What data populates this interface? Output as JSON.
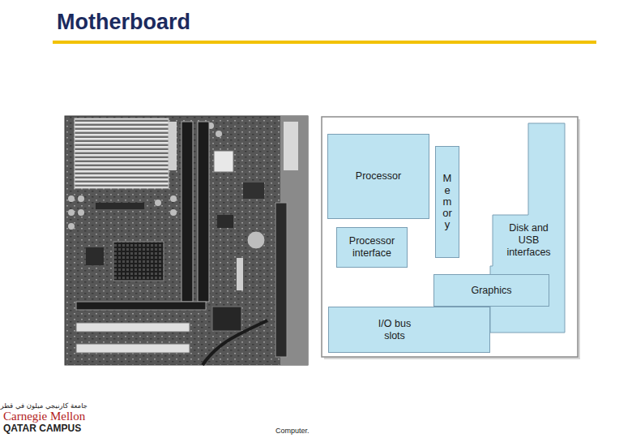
{
  "diagram": {
    "title": "Motherboard",
    "nodes": [
      {
        "text": [
          "Processor"
        ]
      },
      {
        "text": [
          "Memory"
        ]
      },
      {
        "text": [
          "Processor interface"
        ]
      },
      {
        "text": [
          "Disk and USB interfaces"
        ]
      },
      {
        "text": [
          "Graphics"
        ]
      },
      {
        "text": [
          "I/O bus slots"
        ]
      }
    ],
    "labels": [
      "جامعة كارنيجي ميلون في قطر",
      "Carnegie Mellon",
      "QATAR CAMPUS",
      "Computer."
    ]
  }
}
